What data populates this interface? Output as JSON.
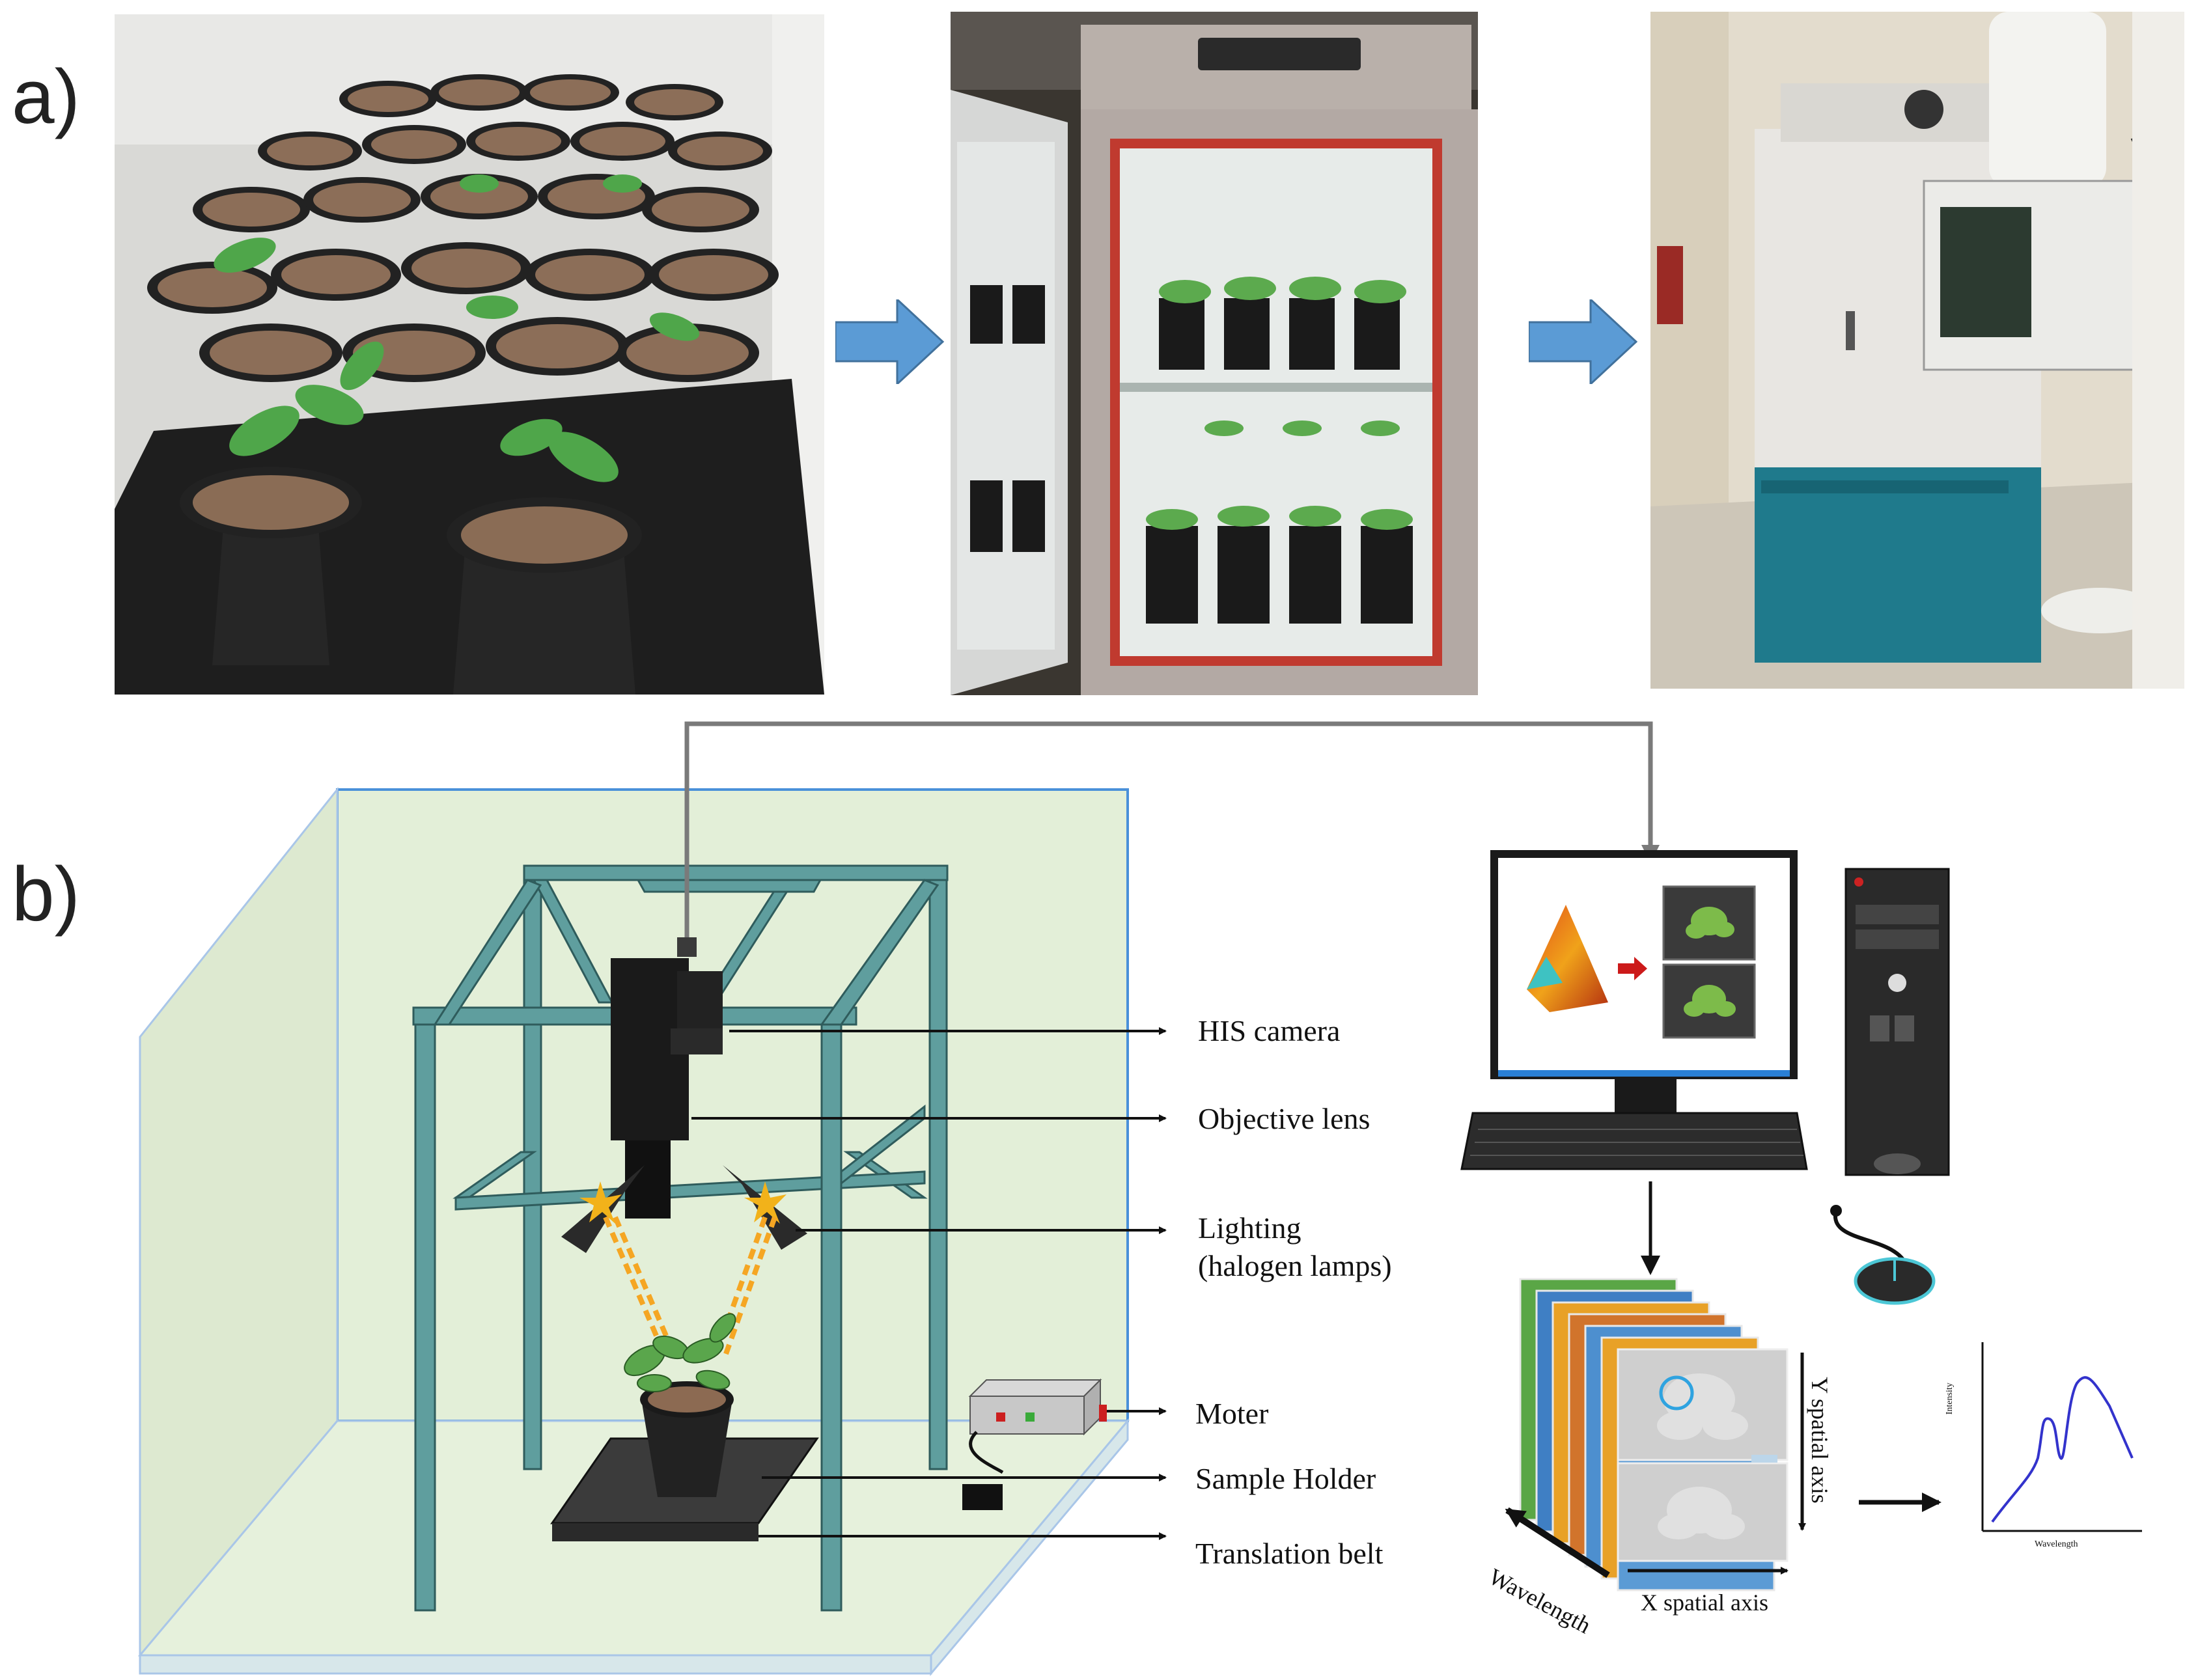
{
  "panels": {
    "a": "a)",
    "b": "b)"
  },
  "components": {
    "his_camera": "HIS camera",
    "objective_lens": "Objective lens",
    "lighting_line1": "Lighting",
    "lighting_line2": "(halogen lamps)",
    "moter": "Moter",
    "sample_holder": "Sample Holder",
    "translation_belt": "Translation belt"
  },
  "hypercube": {
    "y_axis": "Y spatial axis",
    "x_axis": "X spatial axis",
    "wavelength_axis": "Wavelength"
  },
  "spectrum_plot": {
    "ylabel": "Intensity",
    "xlabel": "Wavelength"
  },
  "colors": {
    "arrow_blue": "#5b9bd5",
    "frame_teal": "#5f9e9e",
    "chamber_fill": "#e3efd8",
    "chamber_edge": "#4a90d9",
    "beam_orange": "#f5a623",
    "spectrum_line": "#3333cc"
  },
  "icons": [
    "potted-ginseng-photo",
    "growth-chamber-photo",
    "incubator-photo",
    "flow-arrow-icon",
    "monitor-icon",
    "pc-tower-icon",
    "mouse-icon",
    "keyboard-icon",
    "halogen-lamp-icon",
    "camera-icon",
    "motor-box-icon"
  ]
}
